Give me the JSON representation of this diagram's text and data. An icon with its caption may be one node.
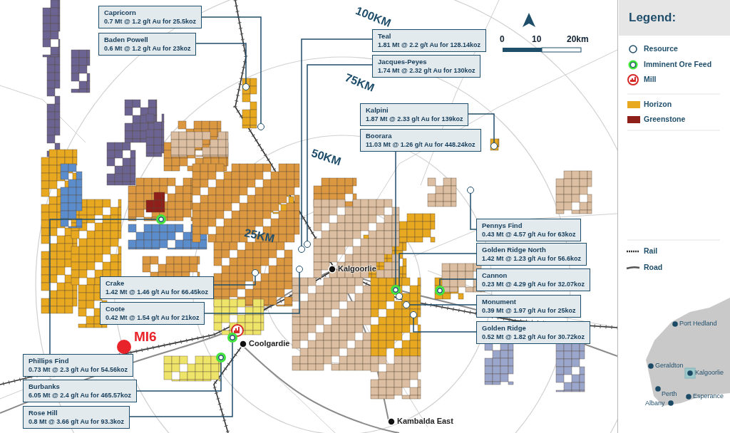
{
  "diagram": {
    "nodes": [
      {
        "text": [
          "Capricorn",
          "0.7 Mt @ 1.2 g/t Au for 25.5koz"
        ]
      },
      {
        "text": [
          "Baden Powell",
          "0.6 Mt @ 1.2 g/t Au for 23koz"
        ]
      },
      {
        "text": [
          "Teal",
          "1.81 Mt @ 2.2 g/t Au for 128.14koz"
        ]
      },
      {
        "text": [
          "Jacques-Peyes",
          "1.74 Mt @ 2.32 g/t Au for 130koz"
        ]
      },
      {
        "text": [
          "Kalpini",
          "1.87 Mt @ 2.33 g/t Au for 139koz"
        ]
      },
      {
        "text": [
          "Boorara",
          "11.03 Mt @ 1.26 g/t Au for 448.24koz"
        ]
      },
      {
        "text": [
          "Pennys Find",
          "0.43 Mt @ 4.57 g/t Au for 63koz"
        ]
      },
      {
        "text": [
          "Golden Ridge North",
          "1.42 Mt @ 1.23 g/t Au for 56.6koz"
        ]
      },
      {
        "text": [
          "Cannon",
          "0.23 Mt @ 4.29 g/t Au for 32.07koz"
        ]
      },
      {
        "text": [
          "Monument",
          "0.39 Mt @ 1.97 g/t Au for 25koz"
        ]
      },
      {
        "text": [
          "Golden Ridge",
          "0.52 Mt @ 1.82 g/t Au for 30.72koz"
        ]
      },
      {
        "text": [
          "Crake",
          "1.42 Mt @ 1.46 g/t Au for 66.45koz"
        ]
      },
      {
        "text": [
          "Coote",
          "0.42 Mt @ 1.54 g/t Au for 21koz"
        ]
      },
      {
        "text": [
          "Phillips Find",
          "0.73 Mt @ 2.3 g/t Au for 54.56koz"
        ]
      },
      {
        "text": [
          "Burbanks",
          "6.05 Mt @ 2.4 g/t Au for 465.57koz"
        ]
      },
      {
        "text": [
          "Rose Hill",
          "0.8 Mt @ 3.66 g/t Au for 93.3koz"
        ]
      },
      {
        "text": [],
        "shape": "circle"
      },
      {
        "text": [],
        "shape": "circle"
      },
      {
        "text": [],
        "shape": "circle"
      },
      {
        "text": [],
        "shape": "circle"
      },
      {
        "text": [],
        "shape": "circle"
      },
      {
        "text": [],
        "shape": "circle"
      },
      {
        "text": [],
        "shape": "circle"
      },
      {
        "text": [],
        "shape": "circle"
      },
      {
        "text": [],
        "shape": "circle"
      },
      {
        "text": [],
        "shape": "circle"
      },
      {
        "text": [],
        "shape": "circle"
      },
      {
        "text": [],
        "shape": "circle"
      },
      {
        "text": [],
        "shape": "circle"
      },
      {
        "text": [],
        "shape": "circle"
      },
      {
        "text": [],
        "shape": "circle"
      },
      {
        "text": [],
        "shape": "circle"
      }
    ],
    "edges": [
      {
        "from": 0,
        "to": 16,
        "arrow": "none"
      },
      {
        "from": 1,
        "to": 17,
        "arrow": "none"
      },
      {
        "from": 2,
        "to": 18,
        "arrow": "none"
      },
      {
        "from": 3,
        "to": 19,
        "arrow": "none"
      },
      {
        "from": 4,
        "to": 20,
        "arrow": "none"
      },
      {
        "from": 5,
        "to": 21,
        "arrow": "none"
      },
      {
        "from": 6,
        "to": 22,
        "arrow": "none"
      },
      {
        "from": 7,
        "to": 23,
        "arrow": "none"
      },
      {
        "from": 8,
        "to": 24,
        "arrow": "none"
      },
      {
        "from": 9,
        "to": 25,
        "arrow": "none"
      },
      {
        "from": 10,
        "to": 26,
        "arrow": "none"
      },
      {
        "from": 11,
        "to": 27,
        "arrow": "none"
      },
      {
        "from": 12,
        "to": 28,
        "arrow": "none"
      },
      {
        "from": 13,
        "to": 29,
        "arrow": "none"
      },
      {
        "from": 14,
        "to": 30,
        "arrow": "none"
      },
      {
        "from": 15,
        "to": 31,
        "arrow": "none"
      }
    ],
    "labels": [
      "100KM",
      "75KM",
      "50KM",
      "25KM",
      "0",
      "10",
      "20km",
      "Kalgoorlie",
      "Coolgardie",
      "MI6",
      "Kambalda East",
      "Legend:",
      "Port Hedland",
      "Geraldton",
      "Kalgoorlie",
      "Perth",
      "Esperance",
      "Albany"
    ],
    "legend": [
      {
        "text": "Resource"
      },
      {
        "text": "Imminent Ore Feed"
      },
      {
        "text": "Mill"
      },
      {
        "text": "Horizon",
        "color": "#e8a820"
      },
      {
        "text": "Greenstone",
        "color": "#8e1f1a"
      },
      {
        "text": "Rail"
      },
      {
        "text": "Road"
      }
    ]
  }
}
